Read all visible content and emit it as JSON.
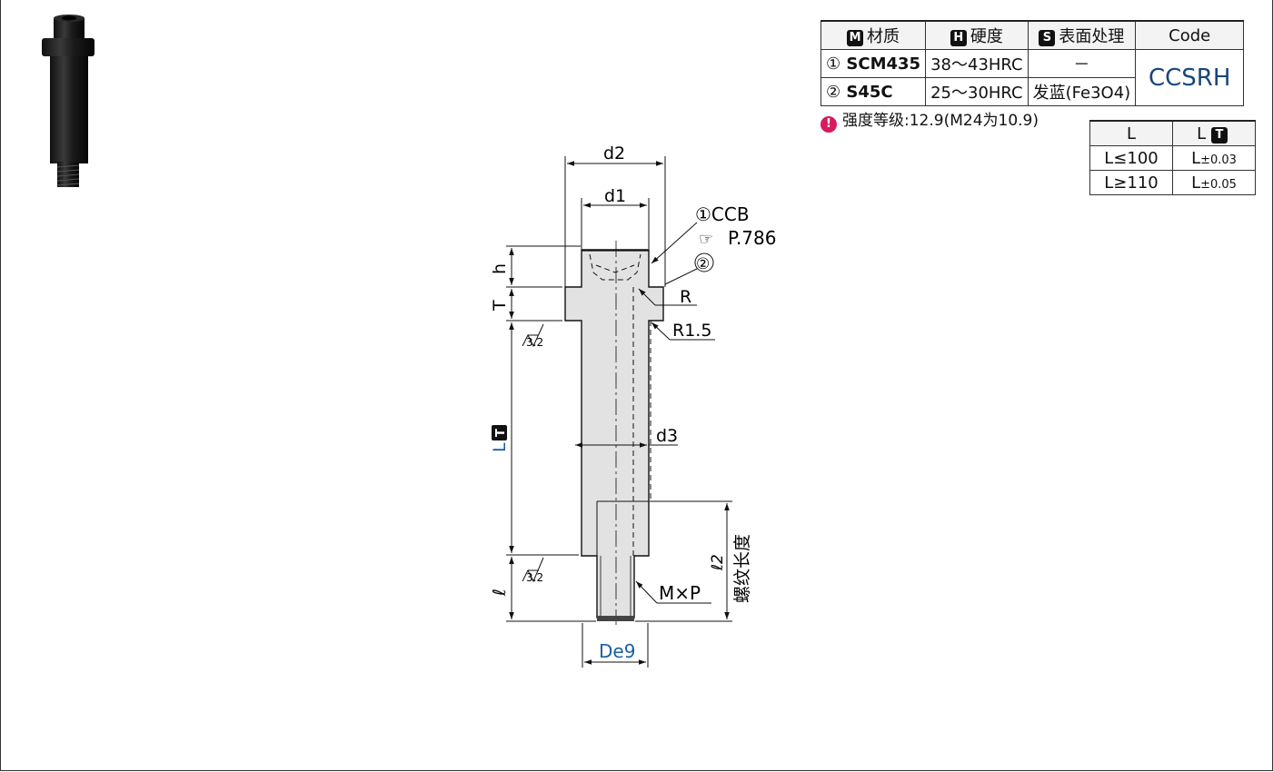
{
  "spec_table": {
    "headers": {
      "material": {
        "badge": "M",
        "label": "材质"
      },
      "hardness": {
        "badge": "H",
        "label": "硬度"
      },
      "surface": {
        "badge": "S",
        "label": "表面处理"
      },
      "code": "Code"
    },
    "rows": [
      {
        "index": "①",
        "material": "SCM435",
        "hardness": "38～43HRC",
        "surface": "－"
      },
      {
        "index": "②",
        "material": "S45C",
        "hardness": "25～30HRC",
        "surface": "发蓝(Fe3O4)"
      }
    ],
    "code_value": "CCSRH"
  },
  "strength_note": {
    "icon": "!",
    "text": "强度等级:12.9(M24为10.9)"
  },
  "tolerance_table": {
    "headers": {
      "l": "L",
      "lt": "L",
      "lt_badge": "T"
    },
    "rows": [
      {
        "range": "L≤100",
        "tol_base": "L",
        "tol_sub": "±0.03"
      },
      {
        "range": "L≥110",
        "tol_base": "L",
        "tol_sub": "±0.05"
      }
    ]
  },
  "drawing": {
    "d2": "d2",
    "d1": "d1",
    "d3": "d3",
    "h": "h",
    "T": "T",
    "L": "L",
    "L_badge": "T",
    "l": "ℓ",
    "l2": "ℓ2",
    "thread_length": "螺纹长度",
    "ccb": "①CCB",
    "page_ref": "P.786",
    "part2": "②",
    "R": "R",
    "R15": "R1.5",
    "MxP": "M×P",
    "De9": "De9",
    "roughness": "3.2"
  },
  "colors": {
    "accent_blue": "#1a5fa8",
    "code_blue": "#17467e",
    "badge_black": "#111111",
    "note_pink": "#d81b60"
  }
}
